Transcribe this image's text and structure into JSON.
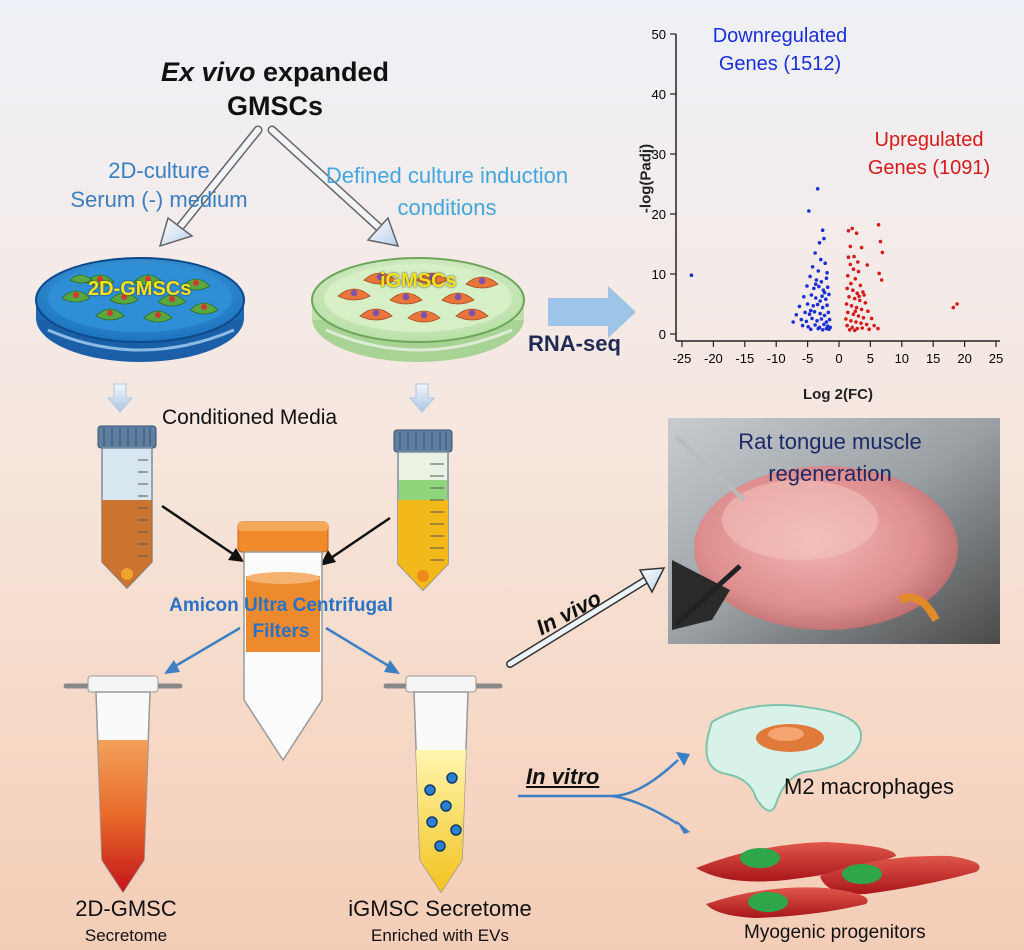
{
  "header": {
    "title_italic": "Ex vivo",
    "title_rest": " expanded",
    "title_line2": "GMSCs"
  },
  "branches": {
    "left_line1": "2D-culture",
    "left_line2": "Serum (-) medium",
    "right_line1": "Defined culture induction",
    "right_line2": "conditions"
  },
  "dishes": {
    "left_label": "2D-GMSCs",
    "right_label": "iGMSCs"
  },
  "rnaseq_label": "RNA-seq",
  "conditioned_media_label": "Conditioned Media",
  "amicon": {
    "line1": "Amicon Ultra Centrifugal",
    "line2": "Filters"
  },
  "in_vivo_label": "In vivo",
  "in_vitro_label": "In vitro",
  "rat_photo": {
    "line1": "Rat tongue muscle",
    "line2": "regeneration"
  },
  "outputs": {
    "left_line1": "2D-GMSC",
    "left_line2": "Secretome",
    "right_line1": "iGMSC Secretome",
    "right_line2": "Enriched with EVs",
    "macrophages": "M2 macrophages",
    "myogenic": "Myogenic progenitors"
  },
  "colors": {
    "down": "#1a2fd6",
    "up": "#d61a1a",
    "arrow_blue": "#3c7fc4"
  },
  "chart_data": {
    "type": "scatter",
    "title": "",
    "xlabel": "Log 2(FC)",
    "ylabel": "-log(Padj)",
    "xlim": [
      -25,
      25
    ],
    "ylim": [
      0,
      50
    ],
    "xticks": [
      -25,
      -20,
      -15,
      -10,
      -5,
      0,
      5,
      10,
      15,
      20,
      25
    ],
    "yticks": [
      0,
      10,
      20,
      30,
      40,
      50
    ],
    "grid": false,
    "annotations": [
      {
        "text_line1": "Downregulated",
        "text_line2": "Genes (1512)",
        "color": "#1a2fd6"
      },
      {
        "text_line1": "Upregulated",
        "text_line2": "Genes (1091)",
        "color": "#d61a1a"
      }
    ],
    "series": [
      {
        "color": "#1a2fd6",
        "points": [
          [
            -23.5,
            9.8
          ],
          [
            -4.8,
            20.5
          ],
          [
            -3.4,
            24.2
          ],
          [
            -2.6,
            17.3
          ],
          [
            -3.1,
            15.2
          ],
          [
            -2.4,
            15.9
          ],
          [
            -3.8,
            13.5
          ],
          [
            -2.9,
            12.4
          ],
          [
            -4.2,
            11.2
          ],
          [
            -3.3,
            10.5
          ],
          [
            -2.2,
            11.8
          ],
          [
            -4.6,
            9.6
          ],
          [
            -3.6,
            9.0
          ],
          [
            -2.8,
            8.7
          ],
          [
            -2.0,
            9.3
          ],
          [
            -5.1,
            8.0
          ],
          [
            -4.0,
            7.6
          ],
          [
            -3.2,
            7.9
          ],
          [
            -2.5,
            7.3
          ],
          [
            -1.8,
            7.8
          ],
          [
            -5.6,
            6.2
          ],
          [
            -4.4,
            6.5
          ],
          [
            -3.7,
            6.0
          ],
          [
            -2.7,
            6.3
          ],
          [
            -2.1,
            5.8
          ],
          [
            -1.6,
            6.6
          ],
          [
            -6.3,
            4.6
          ],
          [
            -5.0,
            5.0
          ],
          [
            -4.1,
            4.7
          ],
          [
            -3.4,
            4.9
          ],
          [
            -2.6,
            4.4
          ],
          [
            -1.9,
            4.8
          ],
          [
            -6.8,
            3.2
          ],
          [
            -5.4,
            3.6
          ],
          [
            -4.7,
            3.3
          ],
          [
            -3.9,
            3.7
          ],
          [
            -3.0,
            3.4
          ],
          [
            -2.3,
            3.1
          ],
          [
            -1.7,
            3.6
          ],
          [
            -7.3,
            2.0
          ],
          [
            -6.0,
            2.4
          ],
          [
            -5.2,
            2.1
          ],
          [
            -4.3,
            2.6
          ],
          [
            -3.5,
            2.2
          ],
          [
            -2.8,
            2.5
          ],
          [
            -2.0,
            2.0
          ],
          [
            -1.5,
            2.4
          ],
          [
            -5.8,
            1.4
          ],
          [
            -4.9,
            1.2
          ],
          [
            -3.8,
            1.5
          ],
          [
            -3.1,
            1.1
          ],
          [
            -2.4,
            1.6
          ],
          [
            -1.8,
            1.3
          ],
          [
            -1.4,
            1.1
          ],
          [
            -4.5,
            0.8
          ],
          [
            -3.3,
            0.9
          ],
          [
            -2.6,
            0.7
          ],
          [
            -2.0,
            0.9
          ],
          [
            -1.6,
            0.8
          ],
          [
            -3.0,
            5.5
          ],
          [
            -2.3,
            6.9
          ],
          [
            -4.5,
            3.9
          ],
          [
            -1.9,
            10.2
          ],
          [
            -3.7,
            8.3
          ]
        ]
      },
      {
        "color": "#d61a1a",
        "points": [
          [
            18.2,
            4.4
          ],
          [
            18.8,
            5.0
          ],
          [
            6.3,
            18.2
          ],
          [
            6.6,
            15.4
          ],
          [
            6.9,
            13.6
          ],
          [
            6.4,
            10.1
          ],
          [
            6.8,
            9.0
          ],
          [
            4.5,
            11.5
          ],
          [
            4.0,
            6.5
          ],
          [
            2.1,
            17.6
          ],
          [
            2.8,
            16.8
          ],
          [
            3.6,
            14.4
          ],
          [
            1.5,
            17.2
          ],
          [
            2.4,
            12.9
          ],
          [
            1.8,
            11.6
          ],
          [
            3.1,
            10.4
          ],
          [
            1.4,
            9.7
          ],
          [
            2.6,
            9.2
          ],
          [
            1.9,
            8.4
          ],
          [
            3.4,
            8.1
          ],
          [
            1.3,
            7.6
          ],
          [
            2.2,
            7.3
          ],
          [
            2.9,
            6.8
          ],
          [
            3.8,
            7.0
          ],
          [
            1.6,
            6.2
          ],
          [
            2.5,
            5.9
          ],
          [
            3.3,
            5.6
          ],
          [
            4.2,
            5.2
          ],
          [
            1.2,
            5.0
          ],
          [
            2.0,
            4.7
          ],
          [
            2.8,
            4.4
          ],
          [
            3.6,
            4.1
          ],
          [
            4.6,
            3.8
          ],
          [
            1.4,
            3.6
          ],
          [
            2.3,
            3.3
          ],
          [
            3.1,
            3.0
          ],
          [
            3.9,
            2.7
          ],
          [
            5.2,
            2.6
          ],
          [
            1.1,
            2.5
          ],
          [
            1.9,
            2.2
          ],
          [
            2.7,
            2.0
          ],
          [
            3.5,
            1.8
          ],
          [
            4.4,
            1.6
          ],
          [
            5.6,
            1.4
          ],
          [
            1.3,
            1.4
          ],
          [
            2.1,
            1.1
          ],
          [
            2.9,
            0.9
          ],
          [
            3.7,
            1.0
          ],
          [
            4.8,
            0.8
          ],
          [
            1.7,
            0.7
          ],
          [
            2.5,
            0.6
          ],
          [
            6.2,
            0.9
          ],
          [
            1.5,
            12.8
          ],
          [
            2.3,
            10.8
          ],
          [
            3.0,
            12.0
          ],
          [
            1.8,
            14.6
          ],
          [
            2.6,
            3.8
          ],
          [
            3.2,
            6.3
          ]
        ]
      }
    ]
  }
}
